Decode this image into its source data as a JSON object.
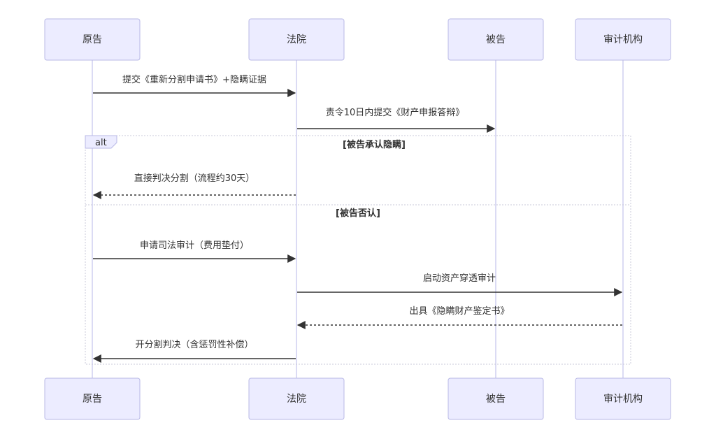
{
  "diagram": {
    "participants": [
      {
        "id": "plaintiff",
        "label": "原告"
      },
      {
        "id": "court",
        "label": "法院"
      },
      {
        "id": "defendant",
        "label": "被告"
      },
      {
        "id": "audit",
        "label": "审计机构"
      }
    ],
    "messages": [
      {
        "from": "plaintiff",
        "to": "court",
        "text": "提交《重新分割申请书》+隐瞒证据",
        "style": "solid"
      },
      {
        "from": "court",
        "to": "defendant",
        "text": "责令10日内提交《财产申报答辩》",
        "style": "solid"
      },
      {
        "from": "court",
        "to": "plaintiff",
        "text": "直接判决分割（流程约30天）",
        "style": "dashed"
      },
      {
        "from": "plaintiff",
        "to": "court",
        "text": "申请司法审计（费用垫付）",
        "style": "solid"
      },
      {
        "from": "court",
        "to": "audit",
        "text": "启动资产穿透审计",
        "style": "solid"
      },
      {
        "from": "audit",
        "to": "court",
        "text": "出具《隐瞒财产鉴定书》",
        "style": "dashed"
      },
      {
        "from": "court",
        "to": "plaintiff",
        "text": "开分割判决（含惩罚性补偿）",
        "style": "solid"
      }
    ],
    "alt_block": {
      "label": "alt",
      "conditions": [
        "[被告承认隐瞒]",
        "[被告否认]"
      ]
    }
  }
}
